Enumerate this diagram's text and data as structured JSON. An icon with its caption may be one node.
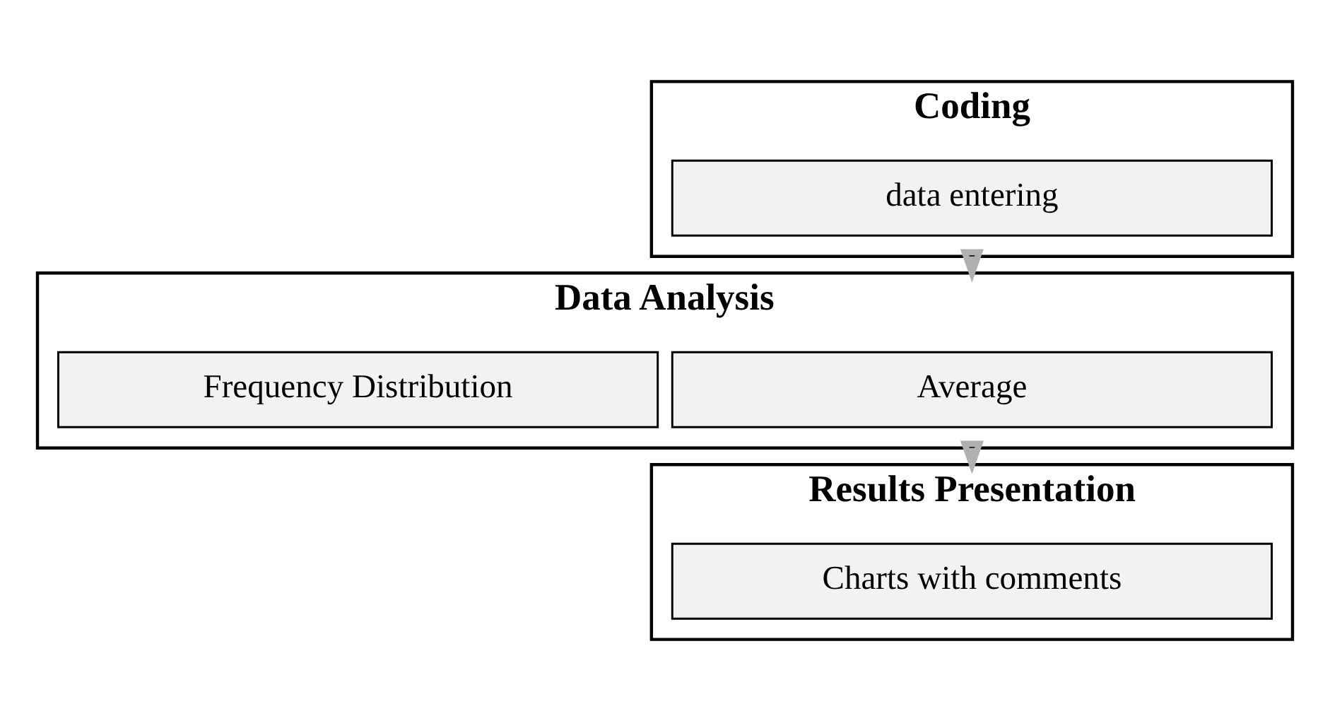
{
  "diagram": {
    "nodes": [
      {
        "text": [
          "Coding"
        ]
      },
      {
        "text": [
          "data entering"
        ],
        "in": 0
      },
      {
        "text": [
          "Data Analysis"
        ]
      },
      {
        "text": [
          "Average"
        ],
        "in": 2
      },
      {
        "text": [
          "Frequency Distribution"
        ],
        "in": 2
      },
      {
        "text": [
          "Results Presentation"
        ]
      },
      {
        "text": [
          "Charts with comments"
        ],
        "in": 5
      }
    ],
    "edges": [
      {
        "from": 0,
        "to": 2,
        "arrow": "to"
      },
      {
        "from": 2,
        "to": 5,
        "arrow": "to"
      }
    ]
  }
}
